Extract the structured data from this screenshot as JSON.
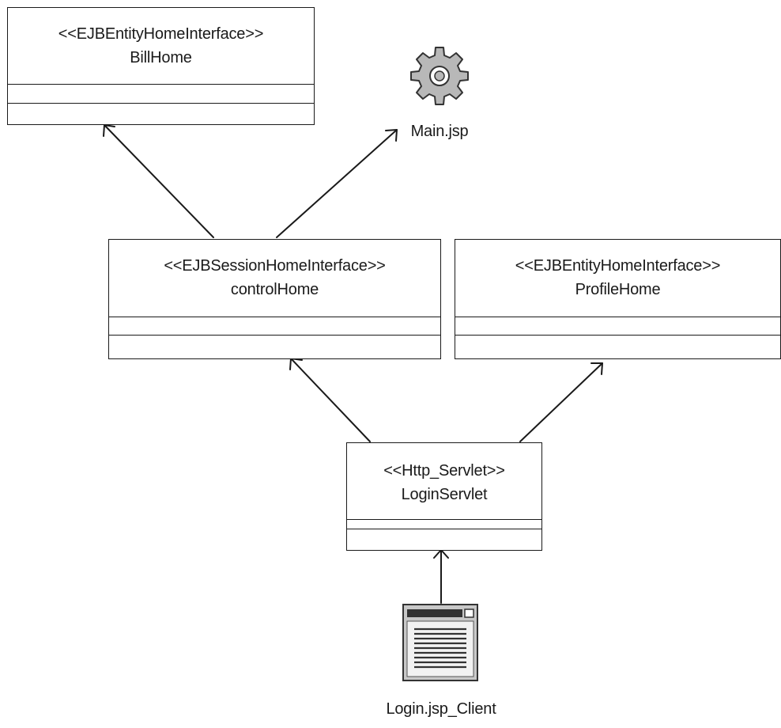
{
  "classes": {
    "bill_home": {
      "stereotype": "<<EJBEntityHomeInterface>>",
      "name": "BillHome"
    },
    "control_home": {
      "stereotype": "<<EJBSessionHomeInterface>>",
      "name": "controlHome"
    },
    "profile_home": {
      "stereotype": "<<EJBEntityHomeInterface>>",
      "name": "ProfileHome"
    },
    "login_servlet": {
      "stereotype": "<<Http_Servlet>>",
      "name": "LoginServlet"
    }
  },
  "nodes": {
    "main_jsp": {
      "label": "Main.jsp",
      "icon": "gear-icon"
    },
    "login_client": {
      "label": "Login.jsp_Client",
      "icon": "web-page-icon"
    }
  },
  "colors": {
    "line": "#1a1a1a",
    "icon_fill": "#b8b8b8",
    "icon_dark": "#333333"
  }
}
